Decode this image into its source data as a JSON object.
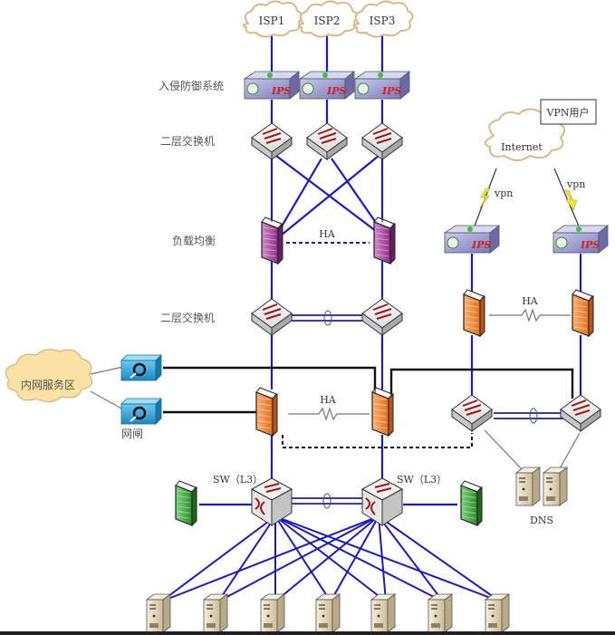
{
  "title": "网络拓扑图",
  "colors": {
    "link": "#1a1acc",
    "link_black": "#111111",
    "ha_line": "#777777",
    "cloud_fill": "#ffffff",
    "cloud_stroke": "#d9b27c",
    "lan_cloud_fill": "#fbe2a4",
    "ips_body": "#8f8fcf",
    "switch_body": "#e8e8e8",
    "lb_fw": "#9b3f8f",
    "orange_fw": "#f08a3c",
    "green_fw": "#3d9a3d",
    "gateway": "#2a9bd6",
    "server": "#e8dcc0",
    "arrow_red": "#a01515"
  },
  "isp": [
    {
      "label": "ISP1"
    },
    {
      "label": "ISP2"
    },
    {
      "label": "ISP3"
    }
  ],
  "row_labels": {
    "ips": "入侵防御系统",
    "l2_switch_top": "二层交换机",
    "load_balance": "负载均衡",
    "l2_switch_mid": "二层交换机"
  },
  "ha_labels": {
    "lb": "HA",
    "fw_main": "HA",
    "fw_vpn": "HA"
  },
  "vpn": {
    "box_label": "VPN用户",
    "internet_label": "Internet",
    "link_left": "vpn",
    "link_right": "vpn"
  },
  "lan": {
    "cloud_label": "内网服务区",
    "gateway_label": "网闸"
  },
  "core": {
    "sw_left": "SW（L3）",
    "sw_right": "SW（L3）"
  },
  "dns_label": "DNS",
  "server_count": 7
}
